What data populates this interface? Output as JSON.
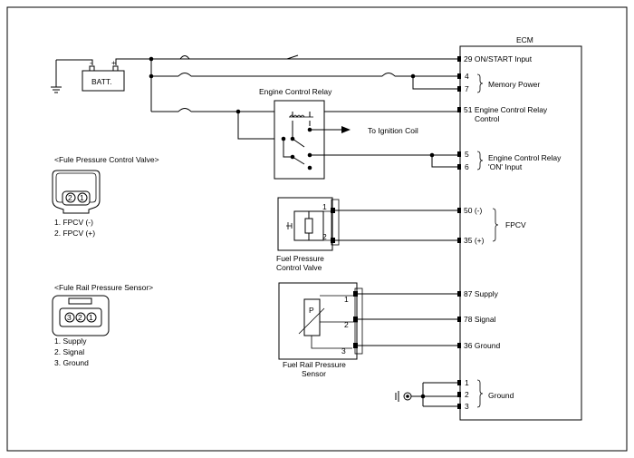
{
  "ecm": {
    "title": "ECM",
    "pins": [
      {
        "num": "29",
        "label": "ON/START Input"
      },
      {
        "num": "4",
        "label": ""
      },
      {
        "num": "7",
        "label": ""
      },
      {
        "num": "51",
        "label": "Engine Control Relay"
      },
      {
        "num": "5",
        "label": ""
      },
      {
        "num": "6",
        "label": ""
      },
      {
        "num": "50 (-)",
        "label": ""
      },
      {
        "num": "35 (+)",
        "label": ""
      },
      {
        "num": "87",
        "label": "Supply"
      },
      {
        "num": "78",
        "label": "Signal"
      },
      {
        "num": "36",
        "label": "Ground"
      },
      {
        "num": "1",
        "label": ""
      },
      {
        "num": "2",
        "label": ""
      },
      {
        "num": "3",
        "label": ""
      }
    ],
    "group_labels": {
      "memory_power": "Memory Power",
      "erc_control": "Control",
      "ecr_on_1": "Engine Control Relay",
      "ecr_on_2": "'ON' Input",
      "fpcv": "FPCV",
      "ground": "Ground"
    }
  },
  "battery": {
    "label": "BATT.",
    "minus": "-",
    "plus": "+"
  },
  "relay": {
    "label": "Engine Control Relay",
    "to_ignition": "To Ignition Coil"
  },
  "fpcv_component": {
    "label1": "Fuel Pressure",
    "label2": "Control Valve",
    "pin1": "1",
    "pin2": "2"
  },
  "frps_component": {
    "label1": "Fuel Rail Pressure",
    "label2": "Sensor",
    "sym": "P",
    "pin1": "1",
    "pin2": "2",
    "pin3": "3"
  },
  "fpcv_connector": {
    "title": "<Fule Pressure Control Valve>",
    "pins": [
      "2",
      "1"
    ],
    "legend": [
      "1. FPCV (-)",
      "2. FPCV (+)"
    ]
  },
  "frps_connector": {
    "title": "<Fule Rail Pressure Sensor>",
    "pins": [
      "3",
      "2",
      "1"
    ],
    "legend": [
      "1. Supply",
      "2. Signal",
      "3. Ground"
    ]
  }
}
